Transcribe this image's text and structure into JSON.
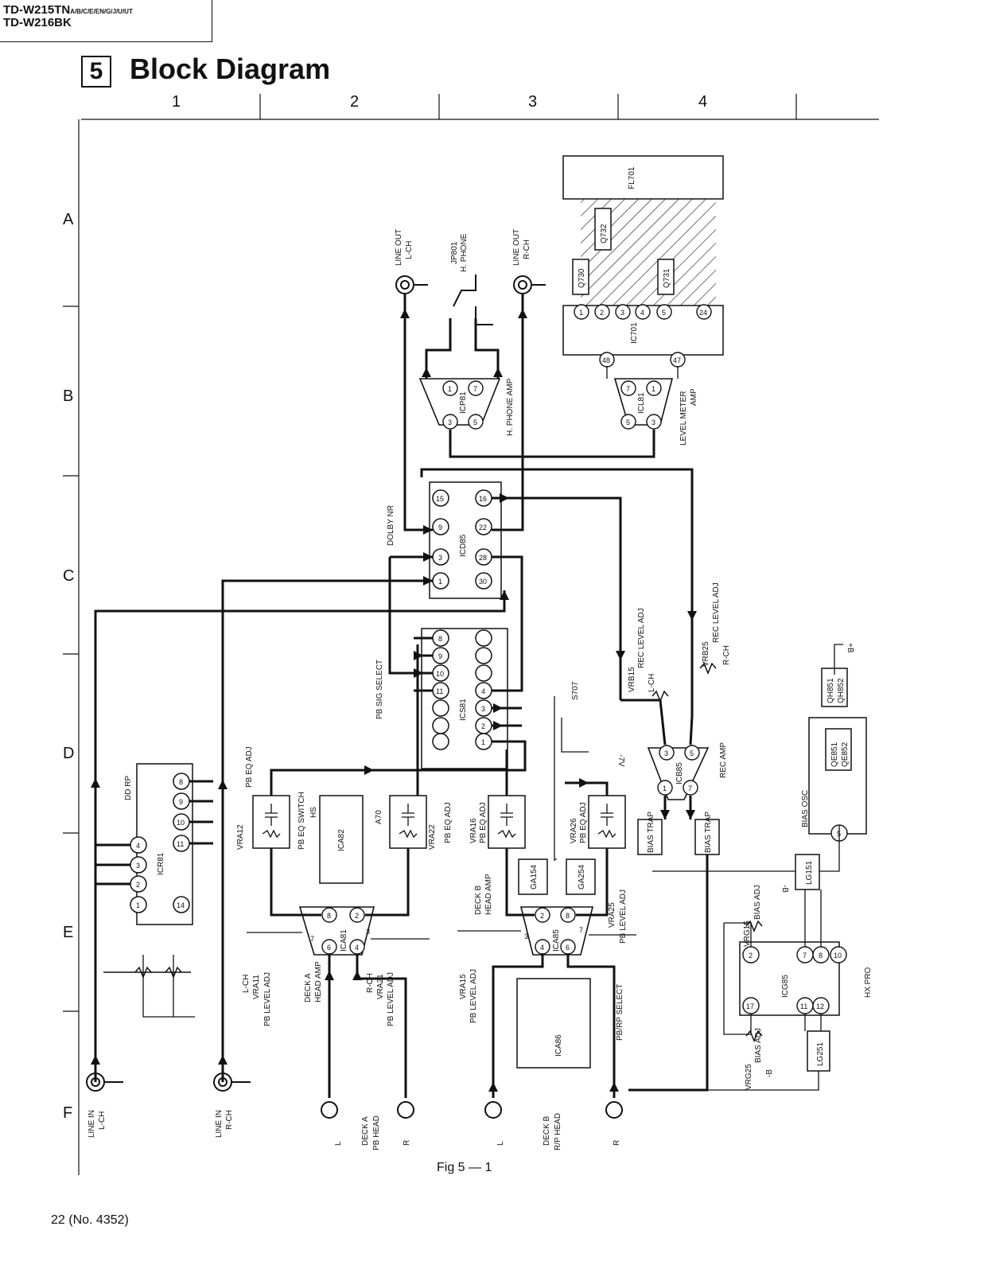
{
  "header": {
    "model_1": "TD-W215TN",
    "model_1_suffix": "A/B/C/E/EN/G/J/U/UT",
    "model_2": "TD-W216BK"
  },
  "section": {
    "number": "5",
    "title": "Block Diagram"
  },
  "grid": {
    "columns": [
      "1",
      "2",
      "3",
      "4"
    ],
    "rows": [
      "A",
      "B",
      "C",
      "D",
      "E",
      "F"
    ]
  },
  "labels": {
    "fl701": "FL701",
    "q732": "Q732",
    "q730": "Q730",
    "q731": "Q731",
    "ic701": "IC701",
    "line_out_l_1": "LINE OUT",
    "line_out_l_2": "L-CH",
    "line_out_r_1": "LINE OUT",
    "line_out_r_2": "R-CH",
    "jp801_1": "JP801",
    "jp801_2": "H. PHONE",
    "icp81": "ICP81",
    "h_phone_amp": "H. PHONE AMP",
    "icl81": "ICL81",
    "level_meter_1": "LEVEL METER",
    "level_meter_2": "AMP",
    "dolby_nr": "DOLBY NR",
    "icd85": "ICD85",
    "vrb15_1": "VRB15",
    "vrb15_2": "REC LEVEL ADJ",
    "vrb15_3": "L-CH",
    "vrb25_1": "VRB25",
    "vrb25_2": "REC LEVEL ADJ",
    "vrb25_3": "R-CH",
    "pb_sig_select": "PB SIG SELECT",
    "ics81": "ICS81",
    "s707": "S707",
    "minus7v": "-7V",
    "icr81": "ICR81",
    "dd_rp": "DD RP",
    "vra12_1": "VRA12",
    "vra12_2": "PB EQ ADJ",
    "pb_eq_switch_1": "PB EQ SWITCH",
    "pb_eq_switch_2": "HS",
    "a70": "A70",
    "ica82": "ICA82",
    "vra22_1": "VRA22",
    "vra22_2": "PB EQ ADJ",
    "vra16_1": "VRA16",
    "vra16_2": "PB EQ ADJ",
    "vra26_1": "VRA26",
    "vra26_2": "PB EQ ADJ",
    "ga154": "GA154",
    "ga254": "GA254",
    "icb85": "ICB85",
    "rec_amp": "REC AMP",
    "bias_trap": "BIAS TRAP",
    "qh851": "QH851",
    "qh852": "QH852",
    "plus_b": "+B",
    "qe851": "QE851",
    "qe852": "QE852",
    "bias_osc": "BIAS OSC",
    "lg151": "LG151",
    "lg251": "LG251",
    "vrg15_1": "VRG15",
    "vrg15_2": "BIAS ADJ",
    "vrg25_1": "VRG25",
    "vrg25_2": "BIAS ADJ",
    "minus_b": "-B",
    "icg85": "ICG85",
    "hx_pro": "HX PRO",
    "ica81": "ICA81",
    "deck_a_head_amp_1": "DECK A",
    "deck_a_head_amp_2": "HEAD AMP",
    "vra11_1": "L-CH",
    "vra11_2": "VRA11",
    "vra11_3": "PB LEVEL ADJ",
    "vra21_1": "R-CH",
    "vra21_2": "VRA21",
    "vra21_3": "PB LEVEL ADJ",
    "deck_b_head_amp_1": "DECK B",
    "deck_b_head_amp_2": "HEAD AMP",
    "icb85_amp": "ICA85",
    "vra15_1": "VRA15",
    "vra15_2": "PB LEVEL ADJ",
    "vra25_1": "VRA25",
    "vra25_2": "PB LEVEL ADJ",
    "ica86": "ICA86",
    "pb_rp_select": "PB/RP SELECT",
    "line_in_l_1": "LINE IN",
    "line_in_l_2": "L-CH",
    "line_in_r_1": "LINE IN",
    "line_in_r_2": "R-CH",
    "deck_a_pb_head_1": "DECK A",
    "deck_a_pb_head_2": "PB HEAD",
    "deck_b_rp_head_1": "DECK B",
    "deck_b_rp_head_2": "R/P HEAD",
    "ch_l": "L",
    "ch_r": "R"
  },
  "pins": {
    "ic701": [
      "1",
      "2",
      "3",
      "4",
      "5",
      "24"
    ],
    "ic701_bottom": [
      "48",
      "47"
    ],
    "icp81": [
      "1",
      "7",
      "3",
      "5"
    ],
    "icl81": [
      "7",
      "1",
      "5",
      "3"
    ],
    "icd85_left": [
      "15",
      "9",
      "3",
      "1"
    ],
    "icd85_right": [
      "16",
      "22",
      "28",
      "30"
    ],
    "ics81_left": [
      "8",
      "9",
      "10",
      "11",
      "1"
    ],
    "ics81_right": [
      "4",
      "3",
      "2"
    ],
    "icr81_left": [
      "4",
      "3",
      "2",
      "1"
    ],
    "icr81_right": [
      "8",
      "9",
      "10",
      "11",
      "14"
    ],
    "ica81": [
      "8",
      "2",
      "6",
      "4",
      "7",
      "3"
    ],
    "ica85": [
      "2",
      "8",
      "4",
      "6",
      "3",
      "7"
    ],
    "icb85": [
      "3",
      "5",
      "1",
      "7"
    ],
    "icg85": [
      "2",
      "7",
      "8",
      "10",
      "17",
      "11",
      "12"
    ],
    "bias_osc": [
      "5"
    ]
  },
  "footer": {
    "fig_caption": "Fig 5 — 1",
    "page_number": "22 (No. 4352)"
  }
}
